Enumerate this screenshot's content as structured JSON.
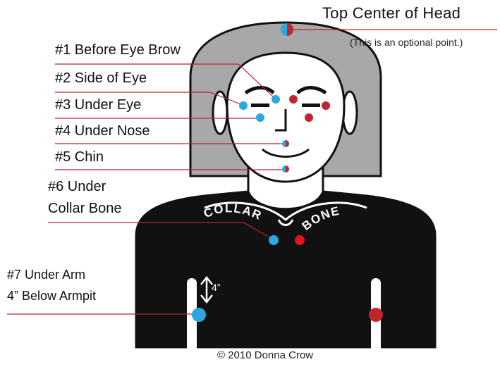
{
  "labels": {
    "top_center": "Top Center of Head",
    "optional_note": "(This is an optional point.)",
    "p1": "#1 Before Eye Brow",
    "p2": "#2 Side of Eye",
    "p3": "#3 Under  Eye",
    "p4": "#4 Under Nose",
    "p5": "#5 Chin",
    "p6_line1": "#6  Under",
    "p6_line2": "Collar Bone",
    "p7_line1": "#7 Under Arm",
    "p7_line2": "4” Below Armpit",
    "measure": "4”",
    "collar": "COLLAR",
    "bone": "BONE",
    "copyright": "© 2010 Donna Crow"
  },
  "colors": {
    "left_point": "#29a9df",
    "right_point": "#c0262c",
    "leader_line": "#b3262b",
    "hair": "#a8a8a8",
    "shirt": "#111111"
  }
}
